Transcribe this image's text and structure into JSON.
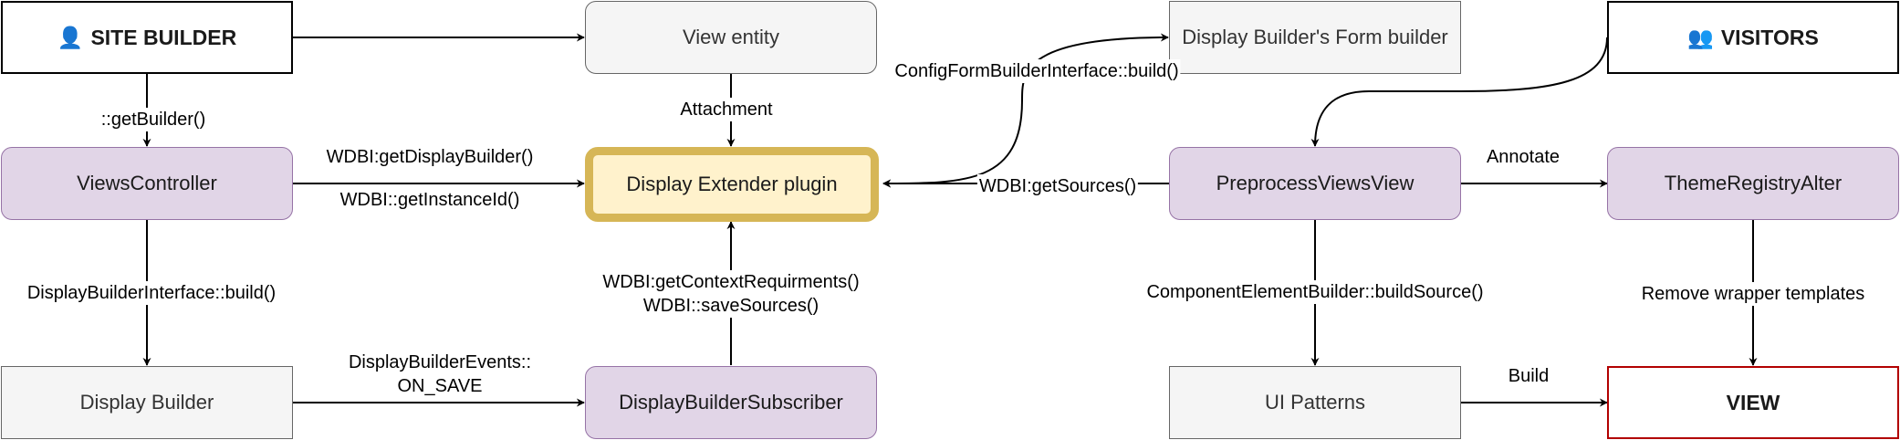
{
  "nodes": {
    "site_builder": {
      "icon": "👤",
      "label": "SITE BUILDER"
    },
    "view_entity": "View entity",
    "form_builder": "Display Builder's Form builder",
    "visitors": {
      "icon": "👥",
      "label": "VISITORS"
    },
    "views_controller": "ViewsController",
    "display_extender": "Display Extender plugin",
    "preprocess_views_view": "PreprocessViewsView",
    "theme_registry_alter": "ThemeRegistryAlter",
    "display_builder": "Display Builder",
    "display_builder_subscriber": "DisplayBuilderSubscriber",
    "ui_patterns": "UI Patterns",
    "view": "VIEW"
  },
  "edge_labels": {
    "get_builder": "::getBuilder()",
    "attachment": "Attachment",
    "config_form_build": "ConfigFormBuilderInterface::build()",
    "get_display_builder": "WDBI:getDisplayBuilder()",
    "get_instance_id": "WDBI::getInstanceId()",
    "get_sources": "WDBI:getSources()",
    "annotate": "Annotate",
    "display_builder_build": "DisplayBuilderInterface::build()",
    "get_context_requirements": "WDBI:getContextRequirments()",
    "save_sources": "WDBI::saveSources()",
    "component_build_source": "ComponentElementBuilder::buildSource()",
    "remove_wrapper_templates": "Remove wrapper templates",
    "events_on_save_line1": "DisplayBuilderEvents::",
    "events_on_save_line2": "ON_SAVE",
    "build": "Build"
  },
  "colors": {
    "gray_fill": "#f5f5f5",
    "gray_stroke": "#666666",
    "purple_fill": "#e1d5e7",
    "purple_stroke": "#9673a6",
    "highlight_fill": "#fff2cc",
    "highlight_stroke": "#d6b656",
    "view_stroke": "#b20000"
  }
}
